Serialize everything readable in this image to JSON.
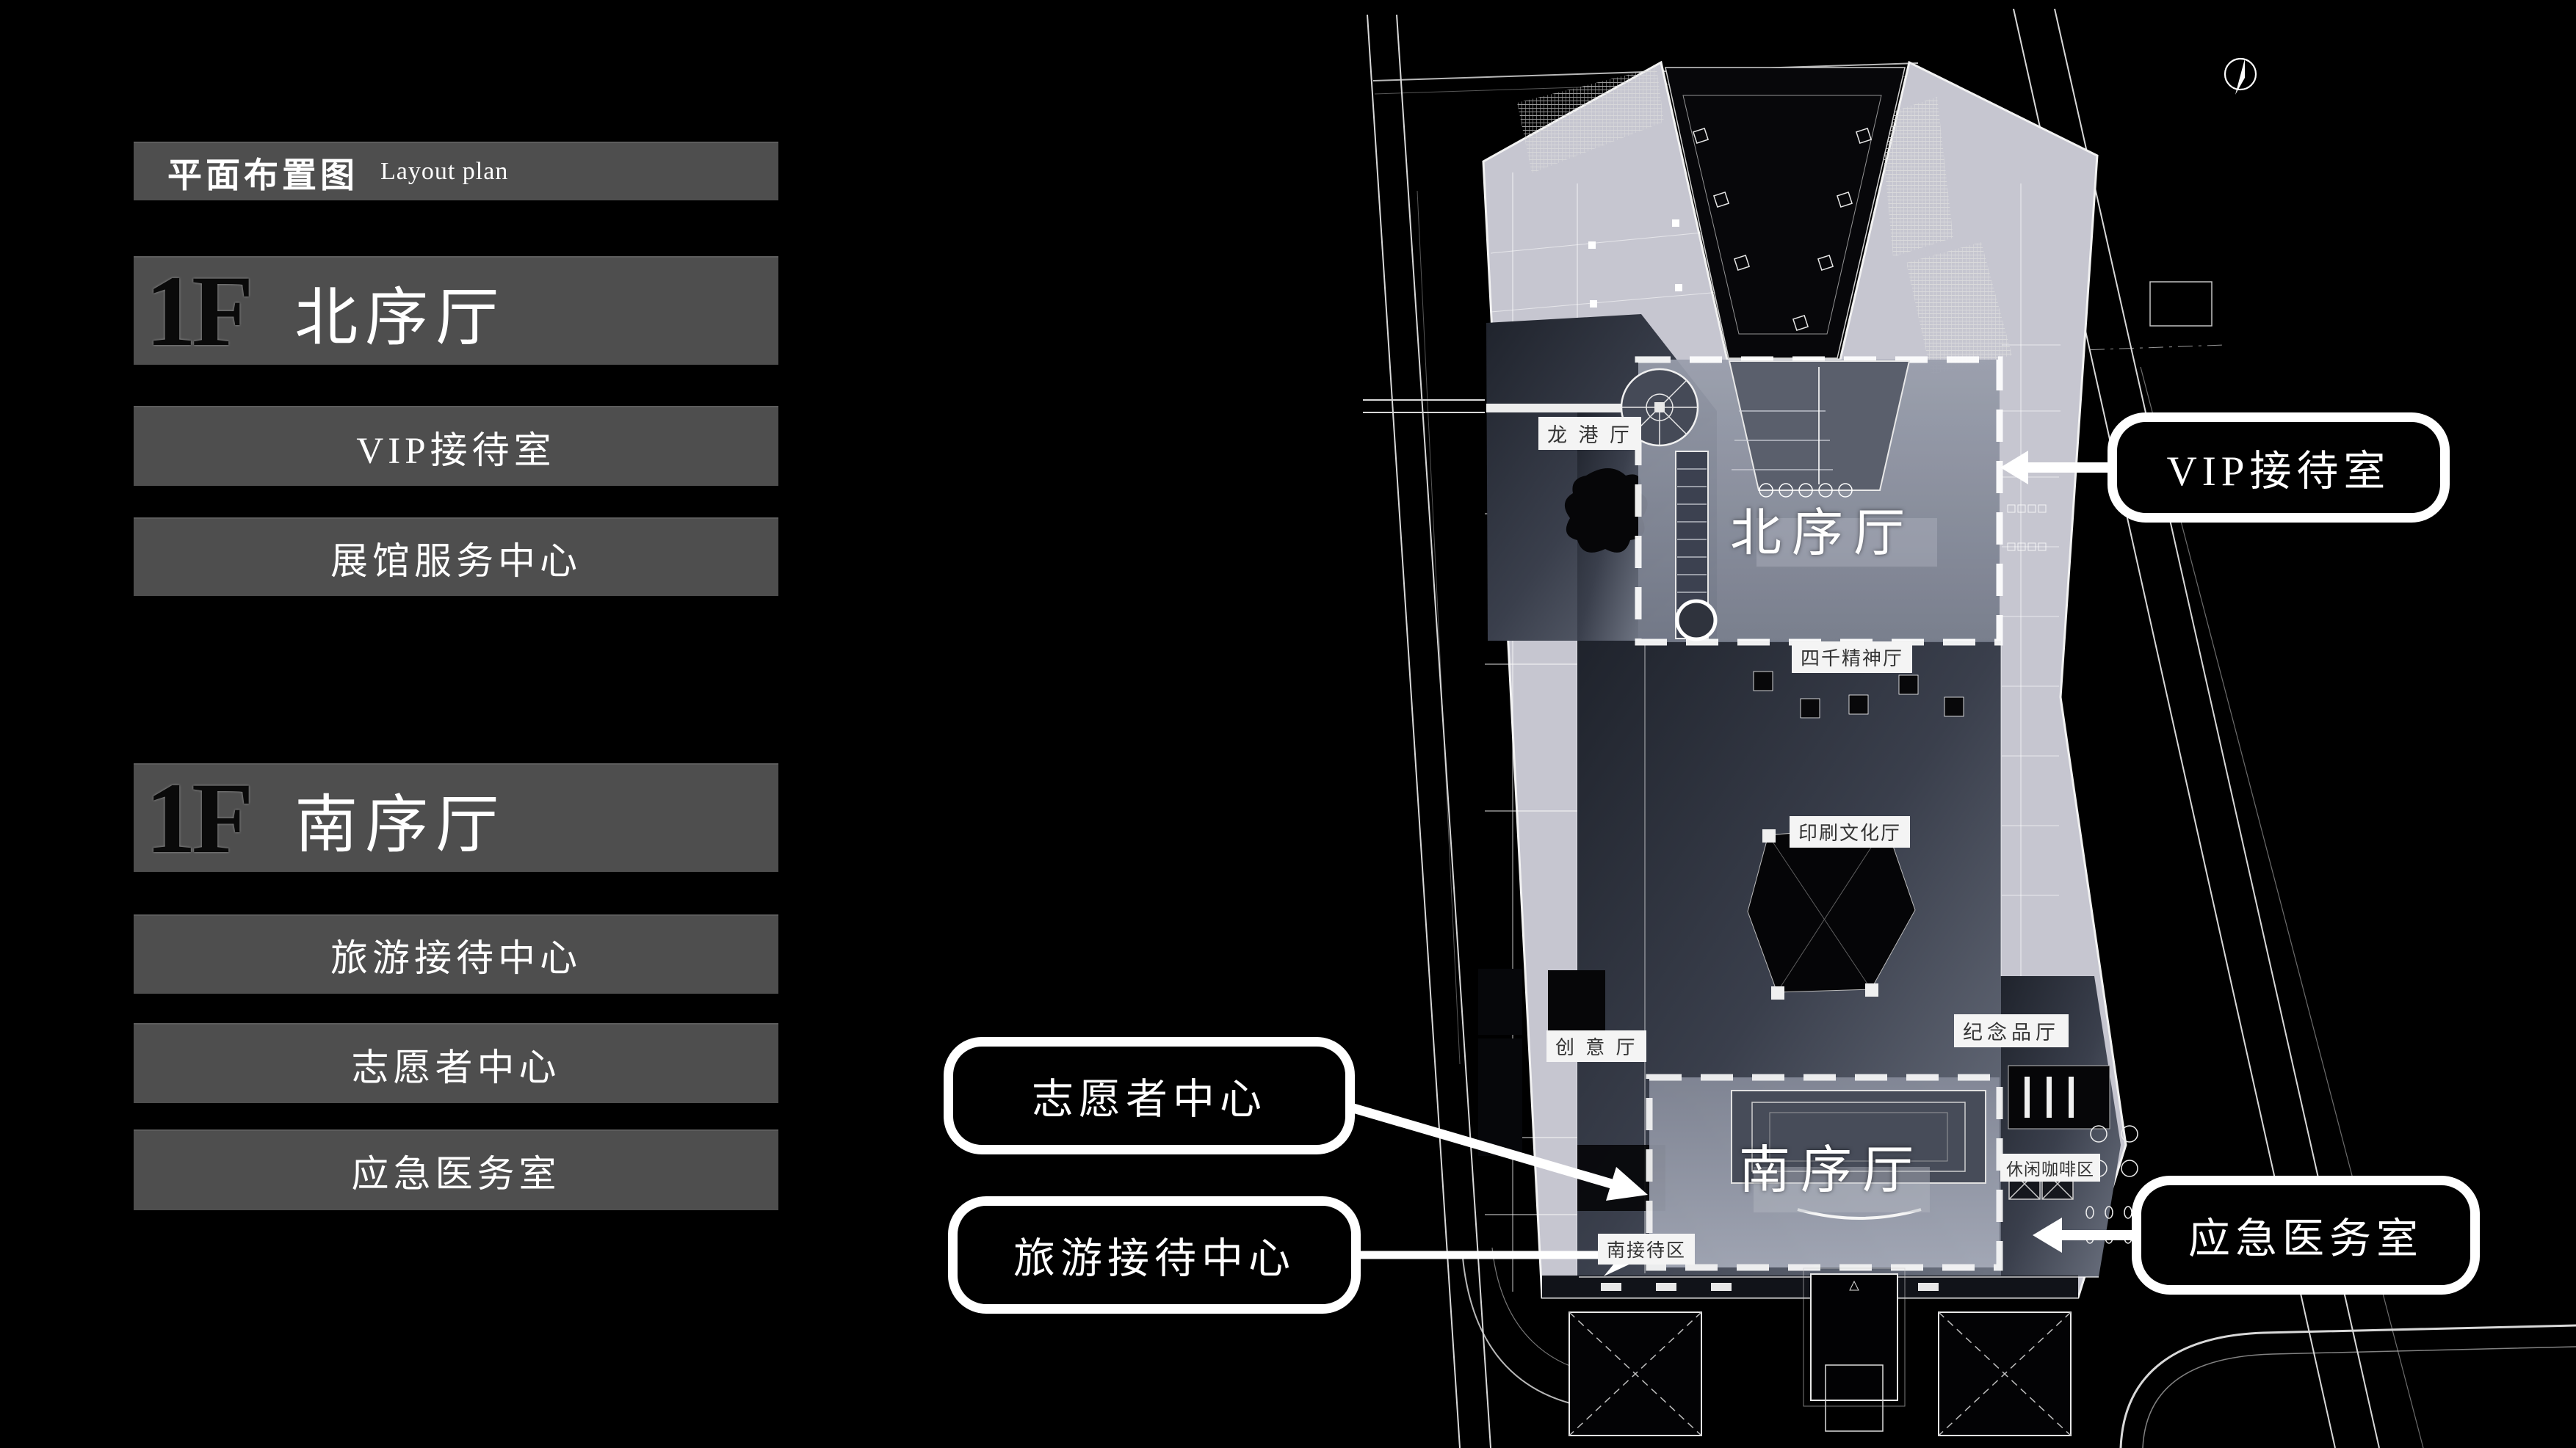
{
  "colors": {
    "slide-bg": "#000000",
    "bar-bg": "#4e4e4e",
    "bar-text": "#ffffff",
    "floor-text": "#0a0a0a",
    "lavender": "#c6c6d0",
    "plan-dark": "#343944",
    "zone-gray": "#8d93a1",
    "label-bg": "#f4f4f4",
    "label-text": "#333333",
    "callout-bg": "#000000",
    "callout-border": "#ffffff",
    "callout-text": "#ffffff"
  },
  "left_panel": {
    "title_zh": "平面布置图",
    "title_en": "Layout plan",
    "sections": [
      {
        "floor": "1F",
        "name": "北序厅",
        "items": [
          "VIP接待室",
          "展馆服务中心"
        ]
      },
      {
        "floor": "1F",
        "name": "南序厅",
        "items": [
          "旅游接待中心",
          "志愿者中心",
          "应急医务室"
        ]
      }
    ]
  },
  "plan": {
    "north_hall": "北序厅",
    "south_hall": "南序厅",
    "rooms": {
      "longgang": "龙 港 厅",
      "siqianjingshen": "四千精神厅",
      "yinshuawenhua": "印刷文化厅",
      "chuangyi": "创 意 厅",
      "jinianpin": "纪念品厅",
      "xiuxiankafei": "休闲咖啡区",
      "nanjiedai": "南接待区"
    },
    "callouts": {
      "vip": "VIP接待室",
      "zhiyuanzhe": "志愿者中心",
      "lvyou": "旅游接待中心",
      "yingji": "应急医务室"
    }
  }
}
